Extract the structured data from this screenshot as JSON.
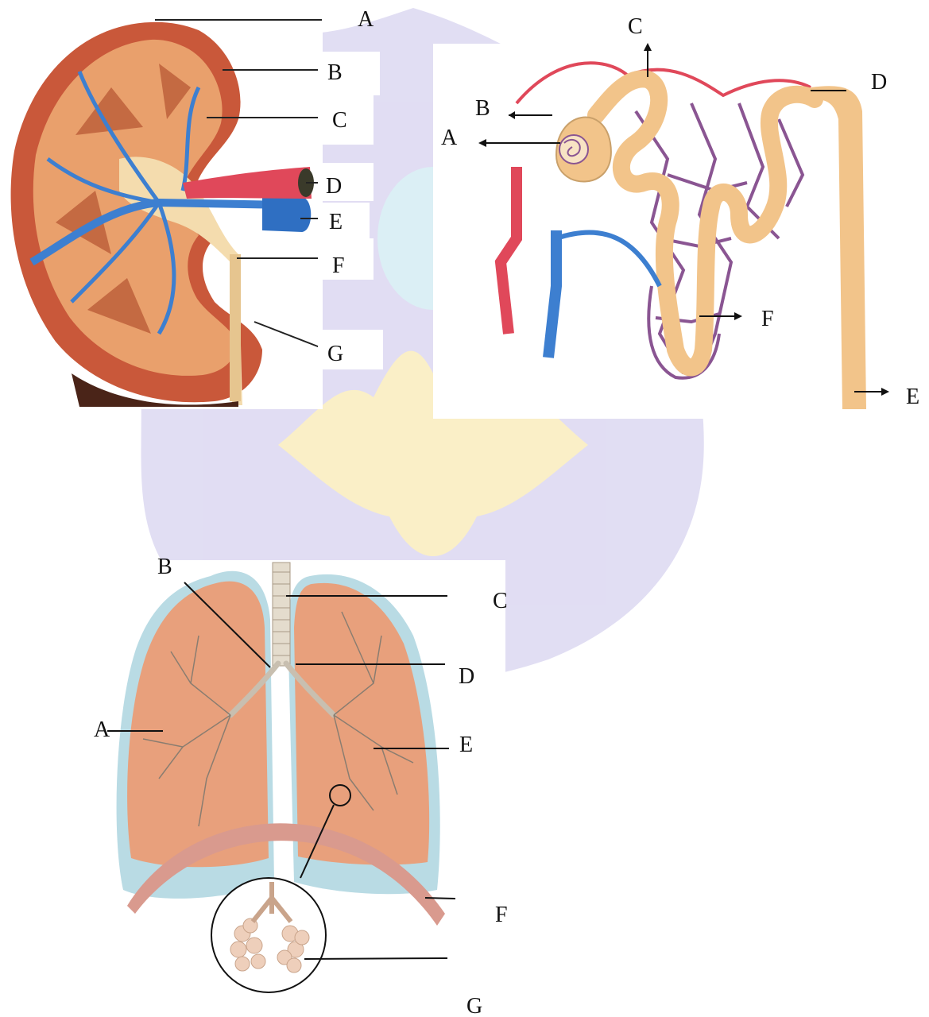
{
  "kidney": {
    "labels": [
      "A",
      "B",
      "C",
      "D",
      "E",
      "F",
      "G"
    ]
  },
  "nephron": {
    "labels": [
      "A",
      "B",
      "C",
      "D",
      "E",
      "F"
    ]
  },
  "lungs": {
    "labels": [
      "A",
      "B",
      "C",
      "D",
      "E",
      "F",
      "G"
    ]
  },
  "colors": {
    "artery": "#e0485a",
    "vein": "#3d7fd0",
    "tubule": "#f2c48a",
    "kidney_tissue": "#e9a06c",
    "lung_tissue": "#e8a07c",
    "pleura": "#b9dbe4",
    "watermark": "#c9c2ea",
    "watermark_gold": "#f7e39a"
  }
}
